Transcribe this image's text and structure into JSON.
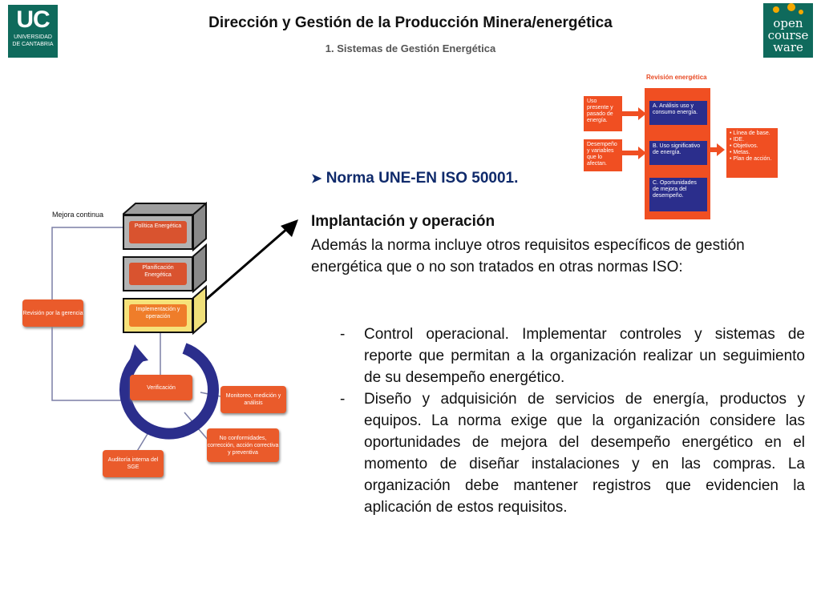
{
  "header": {
    "title": "Dirección y Gestión de la Producción Minera/energética",
    "subtitle": "1. Sistemas de Gestión Energética",
    "uc_logo": {
      "big": "UC",
      "line1": "UNIVERSIDAD",
      "line2": "DE CANTABRIA"
    },
    "ocw_logo": {
      "line1": "open",
      "line2": "course",
      "line3": "ware"
    }
  },
  "revision_diagram": {
    "title": "Revisión energética",
    "inputs": [
      "Uso presente y pasado de energía.",
      "Desempeño y variables que lo afectan."
    ],
    "steps": [
      "A. Análisis uso y consumo energía.",
      "B. Uso significativo de energía.",
      "C. Oportunidades de mejora del desempeño."
    ],
    "outputs": [
      "• Línea de base.",
      "• IDE.",
      "• Objetivos.",
      "• Metas.",
      "• Plan de acción."
    ]
  },
  "cycle_diagram": {
    "title": "Mejora continua",
    "stack": [
      "Política Energética",
      "Planificación Energética",
      "Implementación y operación"
    ],
    "revision": "Revisión por la gerencia",
    "verification": "Verificación",
    "monitoring": "Monitoreo, medición y análisis",
    "nonconf": "No conformidades, corrección, acción correctiva y preventiva",
    "audit": "Auditoría interna del SGE"
  },
  "content": {
    "heading": "Norma UNE-EN ISO 50001.",
    "subheading": "Implantación y operación",
    "paragraph": "Además la norma incluye otros requisitos específicos de gestión energética que o no son tratados en otras normas ISO:",
    "bullets": [
      "Control operacional. Implementar controles y sistemas de reporte que permitan a la organización realizar un seguimiento de su desempeño energético.",
      "Diseño y adquisición de servicios de energía, productos y equipos. La norma exige que la organización considere las oportunidades de mejora del desempeño energético en el momento de diseñar instalaciones y en las compras. La organización debe mantener registros que evidencien la aplicación de estos requisitos."
    ],
    "bullet_marker": "-"
  }
}
